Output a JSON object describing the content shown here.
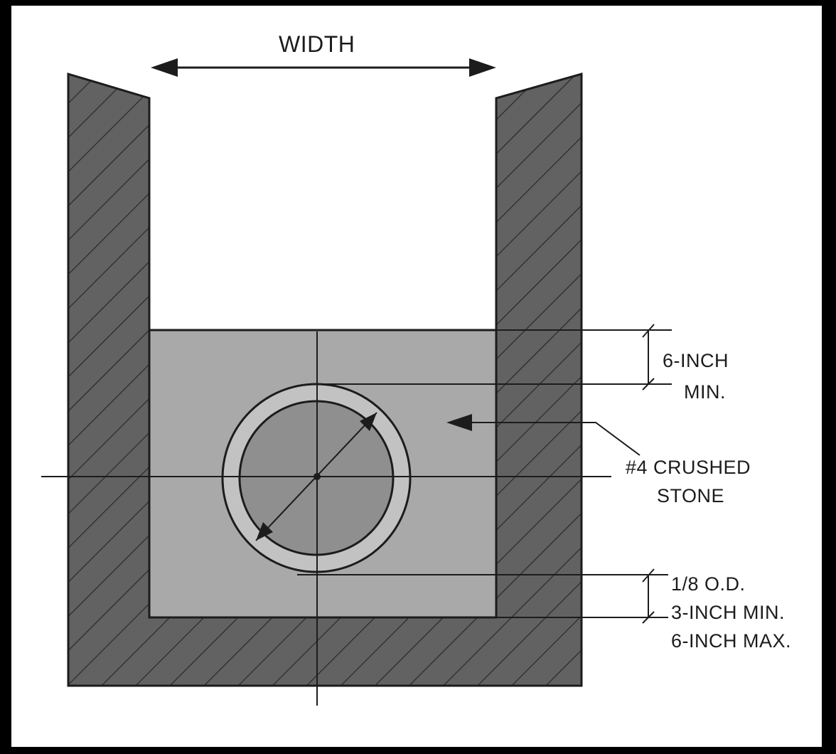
{
  "diagram": {
    "labels": {
      "width": "WIDTH",
      "cover_line1": "6-INCH",
      "cover_line2": "MIN.",
      "stone_line1": "#4 CRUSHED",
      "stone_line2": "STONE",
      "bedding_line1": "1/8 O.D.",
      "bedding_line2": "3-INCH MIN.",
      "bedding_line3": "6-INCH MAX."
    },
    "colors": {
      "frame": "#000000",
      "paper": "#ffffff",
      "soil": "#5f5f5f",
      "stone": "#a8a8a8",
      "pipe_fill": "#8e8e8e",
      "pipe_wall": "#b8b8b8",
      "line": "#1c1c1c"
    }
  }
}
